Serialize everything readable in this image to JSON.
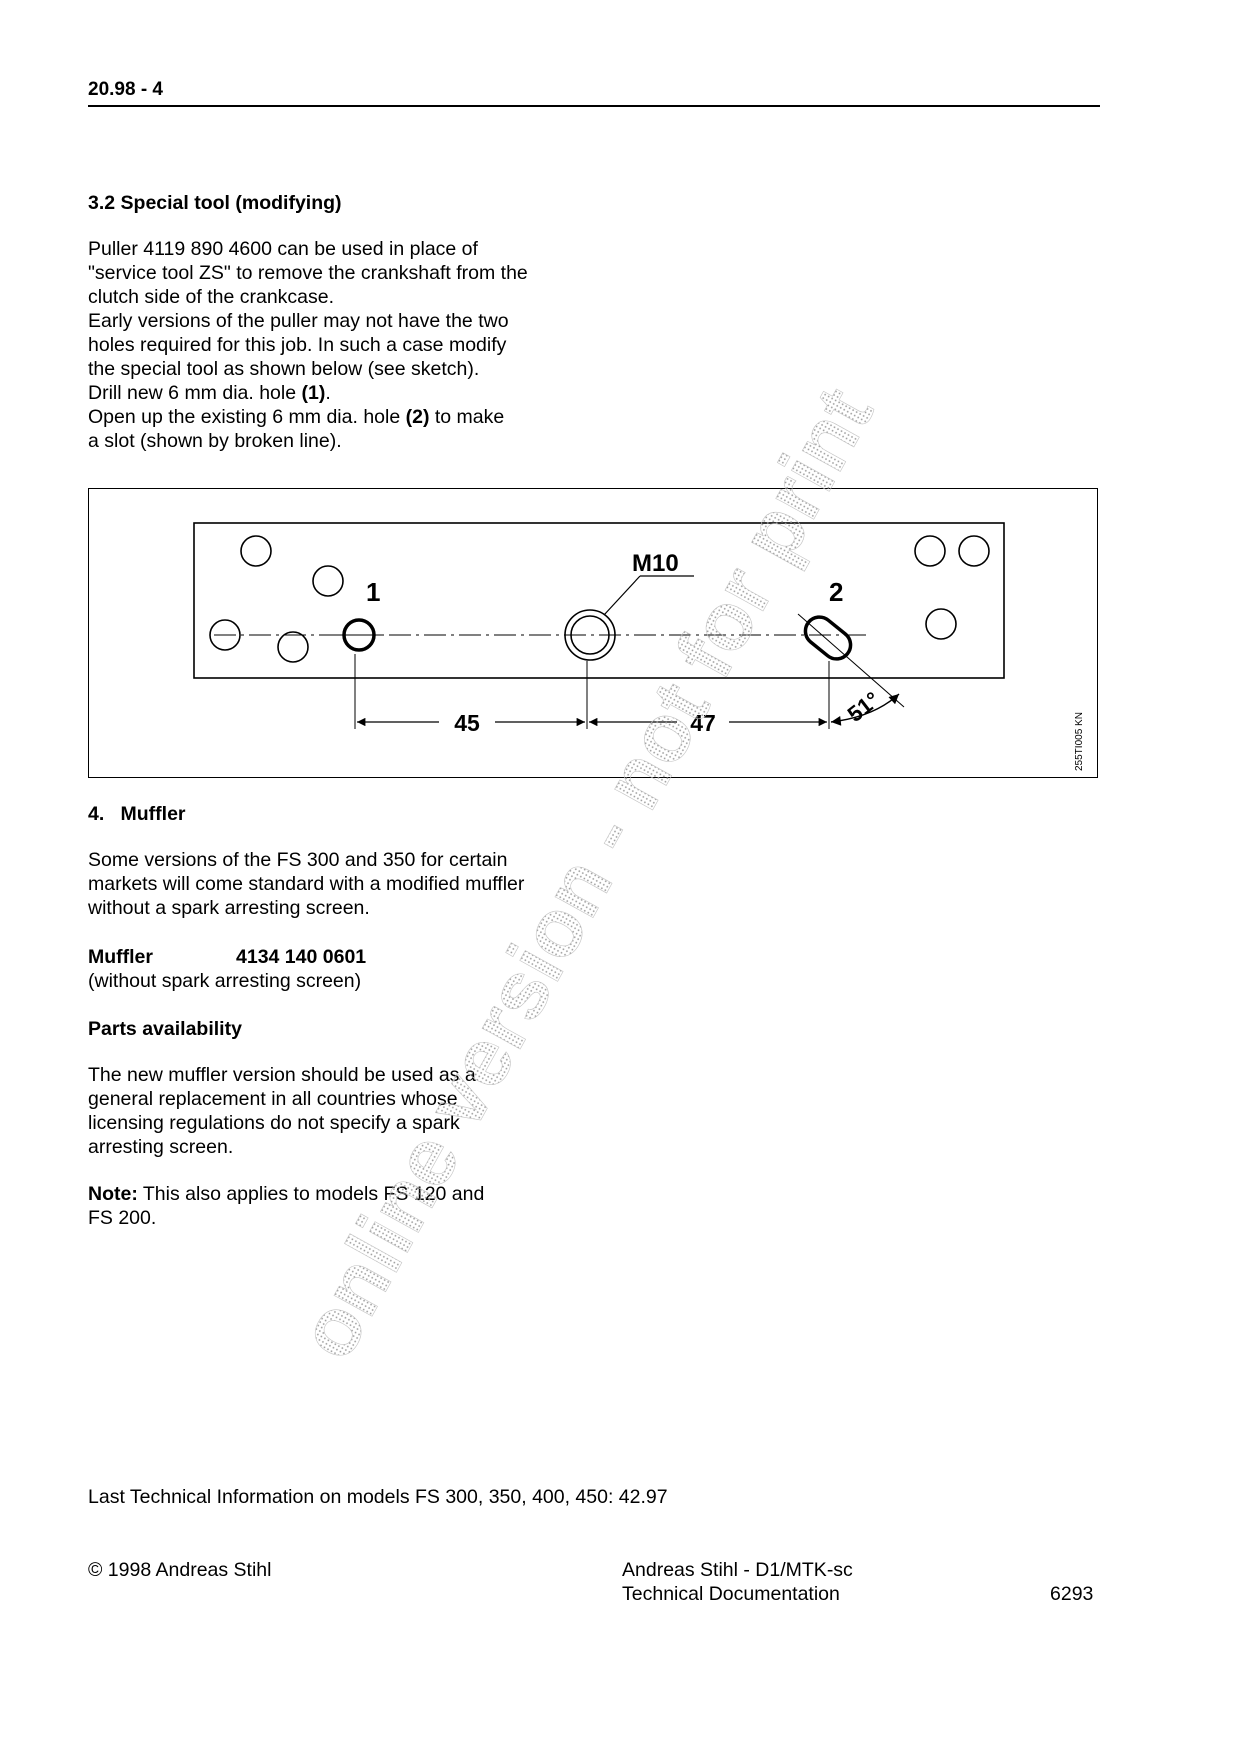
{
  "header": {
    "page_number": "20.98 - 4"
  },
  "section_3_2": {
    "heading": "3.2 Special tool (modifying)",
    "lines": [
      "Puller 4119 890 4600 can be used in place of",
      "\"service tool ZS\" to remove the crankshaft from the",
      "clutch side of the crankcase.",
      "Early versions of the puller may not have the two",
      "holes required for this job. In such a case modify",
      "the special tool as shown below (see sketch)."
    ],
    "drill_prefix": "Drill new 6 mm dia. hole ",
    "drill_ref": "(1)",
    "drill_suffix": ".",
    "open_prefix": "Open up the existing 6 mm dia. hole ",
    "open_ref": "(2)",
    "open_suffix": " to make",
    "open_line2": "a slot (shown by broken line)."
  },
  "figure": {
    "label_hole_1": "1",
    "label_hole_2": "2",
    "label_thread": "M10",
    "dim_left": "45",
    "dim_right": "47",
    "angle": "51°",
    "figure_code": "255TI005 KN"
  },
  "section_4": {
    "heading": "4.   Muffler",
    "lines": [
      "Some versions of the FS 300 and 350 for certain",
      "markets will come standard with a modified muffler",
      "without a spark arresting screen."
    ]
  },
  "part": {
    "name": "Muffler",
    "number": "4134 140 0601",
    "note": "(without spark arresting screen)"
  },
  "parts_availability": {
    "heading": "Parts availability",
    "lines": [
      "The new muffler version should be used as a",
      "general replacement in all countries whose",
      "licensing regulations do not specify a spark",
      "arresting screen."
    ]
  },
  "note": {
    "label": "Note:",
    "text": " This also applies to models FS 120 and",
    "line2": "FS 200."
  },
  "footer": {
    "last_info": "Last Technical Information on models FS 300, 350, 400, 450: 42.97",
    "copyright": "© 1998 Andreas Stihl",
    "company": "Andreas Stihl - D1/MTK-sc",
    "department": "Technical Documentation",
    "doc_number": "6293"
  },
  "watermark": {
    "text": "online version - not for print",
    "color": "#b8b8b8"
  }
}
